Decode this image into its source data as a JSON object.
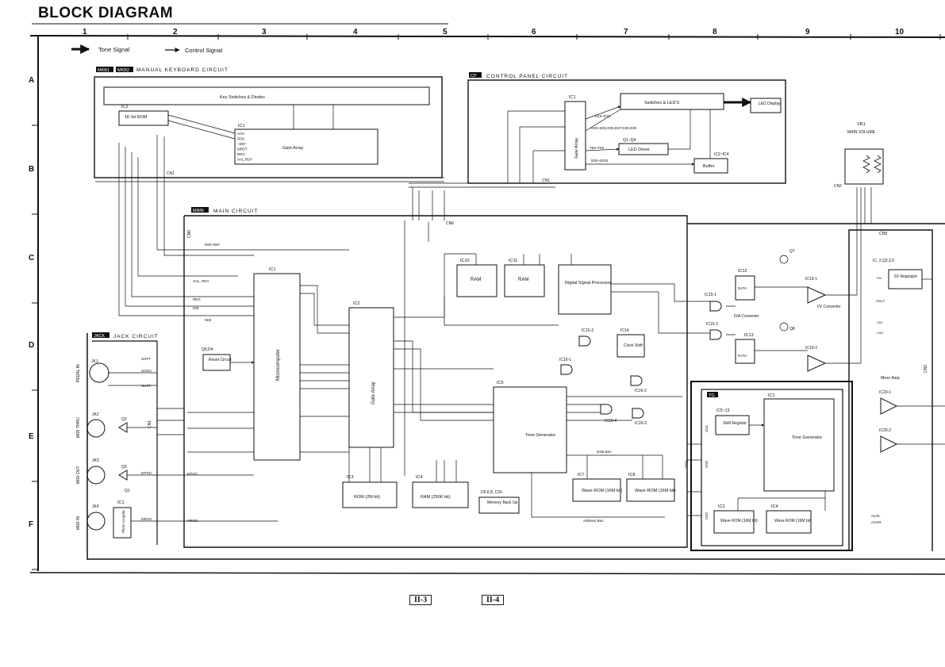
{
  "title": "BLOCK DIAGRAM",
  "ruler": {
    "cols": [
      "1",
      "2",
      "3",
      "4",
      "5",
      "6",
      "7",
      "8",
      "9",
      "10"
    ],
    "rows": [
      "A",
      "B",
      "C",
      "D",
      "E",
      "F"
    ]
  },
  "legend": {
    "tone": "Tone Signal",
    "control": "Control Signal"
  },
  "circuits": {
    "mkb": {
      "tag1": "MKB1",
      "tag2": "MKB2",
      "label": "MANUAL KEYBOARD CIRCUIT",
      "key_switches": "Key Switches & Diodes",
      "rom": "1K bit ROM",
      "ic2": "IC2",
      "ic1": "IC1",
      "gate": "Gate Array",
      "cn1": "CN1",
      "pins": [
        "ACK",
        "D0G",
        "~D07",
        "MRST",
        "REG",
        "XAL,RDY"
      ]
    },
    "cp": {
      "tag": "CP",
      "label": "CONTROL PANEL CIRCUIT",
      "ic1": "IC1",
      "switches": "Switches & LED'S",
      "led_display": "LED Display",
      "led_driver": "LED Driver",
      "buffer": "Buffer",
      "q": "Q1~Q4",
      "ic2": "IC2~IC4",
      "gate": "Gate Array",
      "cn1": "CN1",
      "sigs": [
        "D10~D19",
        "D00~D02,D06,D07,D30,D30",
        "T50~T53",
        "D00~D021"
      ]
    },
    "vr": {
      "label": "VR1",
      "sub": "MAIN VOLUME",
      "cn2": "CN2"
    },
    "main": {
      "tag": "MAIN",
      "label": "MAIN CIRCUIT",
      "cn5": "CN5",
      "cn6": "CN6",
      "cn8": "CN8",
      "cn3": "CN3",
      "micro": "Microcomputer",
      "ic1": "IC1",
      "ic2": "IC2",
      "gate": "Gate Array",
      "ic10": "IC10",
      "ic11": "IC11",
      "ram": "RAM",
      "dsp": "Digital Signal Processor",
      "ic12": "IC12",
      "ic13": "IC13",
      "q7": "Q7",
      "q8": "Q8",
      "ic19_1": "IC19-1",
      "ic19_2": "IC19-2",
      "iv": "I/V Converter",
      "da": "D/A Converter",
      "ic15_1": "IC15-1",
      "ic15_2": "IC15-2",
      "ic15_3": "IC15-3",
      "ic14": "IC14",
      "clock": "Clock Shift",
      "ic16_1": "IC16-1",
      "ic16_2": "IC16-2",
      "ic16_3": "IC16-3",
      "ic16_4": "IC16-4",
      "ic5": "IC5",
      "tone": "Tone Generator",
      "ic3": "IC3",
      "rom": "ROM (2M bit)",
      "ic4": "IC4",
      "ram256": "RAM (256K bit)",
      "backup": "Memory Back Up",
      "backup_parts": "D5,6,8, C26",
      "ic7": "IC7",
      "ic8": "IC8",
      "wave": "Wave ROM (16M bit)",
      "reset": "Reset Circuit",
      "reset_parts": "Q5,D4",
      "reg": "5V Regulator",
      "reg_parts": "IC, 2,Q2,3,9",
      "mixer": "Mixer Amp",
      "ic20_1": "IC20-1",
      "ic20_2": "IC20-2",
      "data_bus": "Data Bus",
      "addr_bus": "Address Bus",
      "sigs": [
        "D80~D87",
        "XAL, RDY",
        "REG",
        "IOE",
        "NMI",
        "+5V",
        "-15V",
        "+15V",
        "PMUT",
        "AUXL",
        "AUXR"
      ]
    },
    "jack": {
      "tag": "JACK",
      "label": "JACK CIRCUIT",
      "jk1": "JK1",
      "jk2": "JK2",
      "jk3": "JK3",
      "jk4": "JK4",
      "pedal": "PEDAL IN",
      "thru": "MIDI THRU",
      "out": "MIDI OUT",
      "in": "MIDI IN",
      "q3": "Q3",
      "q2": "Q2",
      "q1": "Q1",
      "ic1": "IC1",
      "photo": "Photo Coupler",
      "cn1": "CN1",
      "sigs": [
        "SOFT",
        "SOSU",
        "SUST",
        "MTXD",
        "MRXD",
        "MTXO",
        "MRXO"
      ]
    },
    "tg": {
      "tag": "TG",
      "ic1": "IC1",
      "ic5": "IC5~13",
      "shift": "Shift Register",
      "tone": "Tone Generator",
      "ic2": "IC2",
      "ic4": "IC4",
      "wave": "Wave ROM (16M bit)",
      "cn1": "CN1",
      "cn2": "CN2",
      "cn3": "CN3",
      "cn4": "CN4"
    }
  },
  "pages": [
    "II-3",
    "II-4"
  ]
}
